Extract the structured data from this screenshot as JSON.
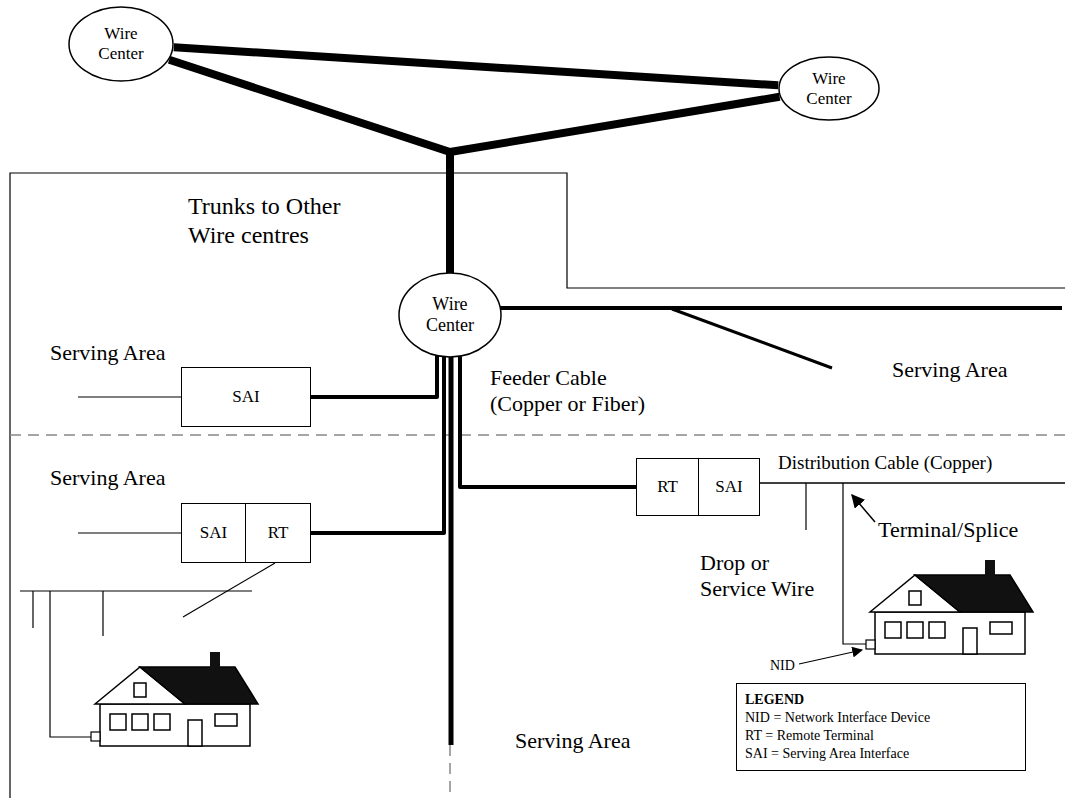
{
  "diagram": {
    "nodes": [
      {
        "text": [
          "Wire Center"
        ]
      },
      {
        "text": [
          "Wire Center"
        ]
      },
      {
        "text": [
          "Wire Center"
        ]
      },
      {
        "text": [
          "SAI"
        ]
      },
      {
        "text": [
          "SAI"
        ]
      },
      {
        "text": [
          "RT"
        ]
      },
      {
        "text": [
          "RT"
        ]
      },
      {
        "text": [
          "SAI"
        ]
      },
      {
        "text": [
          "LEGEND",
          "NID = Network Interface Device",
          "RT = Remote Terminal",
          "SAI = Serving Area Interface"
        ]
      }
    ],
    "edges": [
      {
        "from": 0,
        "to": 1,
        "arrow": "none"
      },
      {
        "from": 0,
        "to": 2,
        "arrow": "none"
      },
      {
        "from": 1,
        "to": 2,
        "arrow": "none"
      },
      {
        "from": 2,
        "to": 3,
        "arrow": "none"
      },
      {
        "from": 2,
        "to": 5,
        "arrow": "none"
      },
      {
        "from": 2,
        "to": 6,
        "arrow": "none"
      }
    ],
    "labels": [
      "Trunks to Other Wire centres",
      "Serving Area",
      "Feeder Cable (Copper or Fiber)",
      "Serving Area",
      "Serving Area",
      "Distribution Cable (Copper)",
      "Terminal/Splice",
      "Drop or Service Wire",
      "NID",
      "Serving Area"
    ]
  }
}
